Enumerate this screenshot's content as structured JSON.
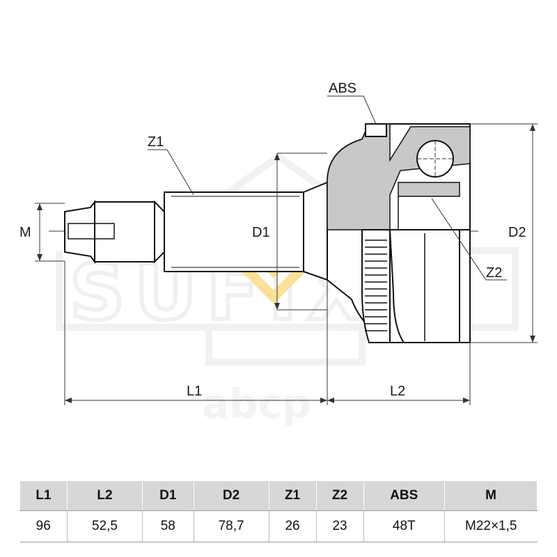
{
  "watermark": {
    "brand": "SUFIX",
    "site": "abcp",
    "color": "#f5c842"
  },
  "labels": {
    "abs": "ABS",
    "z1": "Z1",
    "m": "M",
    "d1": "D1",
    "d2": "D2",
    "z2": "Z2",
    "l1": "L1",
    "l2": "L2"
  },
  "table": {
    "headers": [
      "L1",
      "L2",
      "D1",
      "D2",
      "Z1",
      "Z2",
      "ABS",
      "M"
    ],
    "values": [
      "96",
      "52,5",
      "58",
      "78,7",
      "26",
      "23",
      "48T",
      "M22×1,5"
    ]
  }
}
